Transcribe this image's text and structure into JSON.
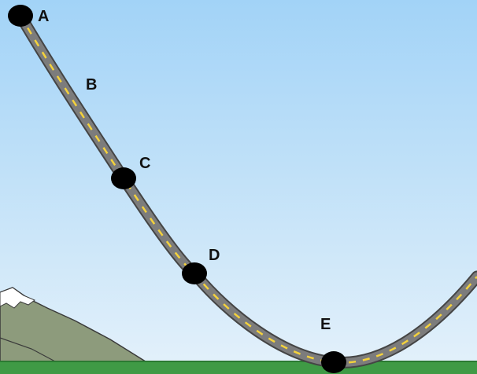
{
  "diagram": {
    "colors": {
      "sky_top": "#a2d3f7",
      "sky_bottom": "#e4f1fa",
      "road": "#7c7c7c",
      "road_edge": "#454545",
      "center_line": "#f4d23c",
      "ground": "#3f9a45",
      "ground_edge": "#2b7a32",
      "mountain": "#8d9b7c",
      "mountain_snow": "#ffffff",
      "marker": "#000000",
      "label": "#111111"
    },
    "points": [
      {
        "id": "A",
        "label": "A",
        "has_marker": true
      },
      {
        "id": "B",
        "label": "B",
        "has_marker": false
      },
      {
        "id": "C",
        "label": "C",
        "has_marker": true
      },
      {
        "id": "D",
        "label": "D",
        "has_marker": true
      },
      {
        "id": "E",
        "label": "E",
        "has_marker": true
      }
    ]
  }
}
